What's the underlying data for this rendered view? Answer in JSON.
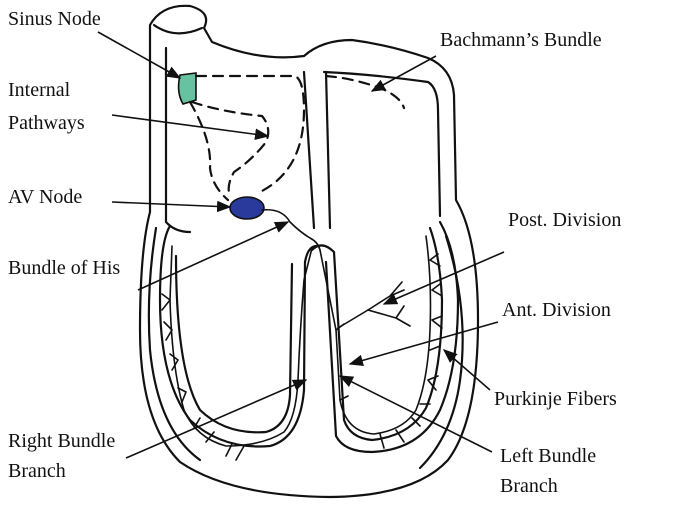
{
  "labels": {
    "sinus_node": "Sinus Node",
    "bachmanns_bundle": "Bachmann’s Bundle",
    "internal_pathways_1": "Internal",
    "internal_pathways_2": "Pathways",
    "av_node": "AV Node",
    "post_division": "Post. Division",
    "bundle_of_his": "Bundle of His",
    "ant_division": "Ant. Division",
    "purkinje_fibers": "Purkinje Fibers",
    "right_bundle_branch_1": "Right Bundle",
    "right_bundle_branch_2": "Branch",
    "left_bundle_branch_1": "Left Bundle",
    "left_bundle_branch_2": "Branch"
  },
  "colors": {
    "sinus_node": "#66c2a0",
    "av_node": "#2a3a9c",
    "ink": "#111111"
  }
}
